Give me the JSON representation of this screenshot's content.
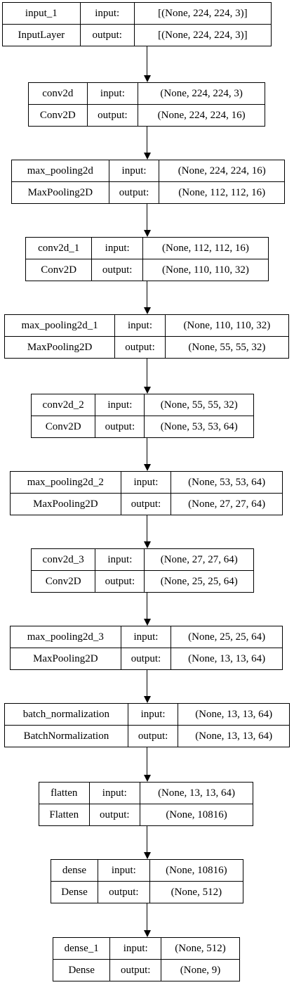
{
  "layers": [
    {
      "name": "input_1",
      "type": "InputLayer",
      "input_label": "input:",
      "output_label": "output:",
      "input_shape": "[(None, 224, 224, 3)]",
      "output_shape": "[(None, 224, 224, 3)]"
    },
    {
      "name": "conv2d",
      "type": "Conv2D",
      "input_label": "input:",
      "output_label": "output:",
      "input_shape": "(None, 224, 224, 3)",
      "output_shape": "(None, 224, 224, 16)"
    },
    {
      "name": "max_pooling2d",
      "type": "MaxPooling2D",
      "input_label": "input:",
      "output_label": "output:",
      "input_shape": "(None, 224, 224, 16)",
      "output_shape": "(None, 112, 112, 16)"
    },
    {
      "name": "conv2d_1",
      "type": "Conv2D",
      "input_label": "input:",
      "output_label": "output:",
      "input_shape": "(None, 112, 112, 16)",
      "output_shape": "(None, 110, 110, 32)"
    },
    {
      "name": "max_pooling2d_1",
      "type": "MaxPooling2D",
      "input_label": "input:",
      "output_label": "output:",
      "input_shape": "(None, 110, 110, 32)",
      "output_shape": "(None, 55, 55, 32)"
    },
    {
      "name": "conv2d_2",
      "type": "Conv2D",
      "input_label": "input:",
      "output_label": "output:",
      "input_shape": "(None, 55, 55, 32)",
      "output_shape": "(None, 53, 53, 64)"
    },
    {
      "name": "max_pooling2d_2",
      "type": "MaxPooling2D",
      "input_label": "input:",
      "output_label": "output:",
      "input_shape": "(None, 53, 53, 64)",
      "output_shape": "(None, 27, 27, 64)"
    },
    {
      "name": "conv2d_3",
      "type": "Conv2D",
      "input_label": "input:",
      "output_label": "output:",
      "input_shape": "(None, 27, 27, 64)",
      "output_shape": "(None, 25, 25, 64)"
    },
    {
      "name": "max_pooling2d_3",
      "type": "MaxPooling2D",
      "input_label": "input:",
      "output_label": "output:",
      "input_shape": "(None, 25, 25, 64)",
      "output_shape": "(None, 13, 13, 64)"
    },
    {
      "name": "batch_normalization",
      "type": "BatchNormalization",
      "input_label": "input:",
      "output_label": "output:",
      "input_shape": "(None, 13, 13, 64)",
      "output_shape": "(None, 13, 13, 64)"
    },
    {
      "name": "flatten",
      "type": "Flatten",
      "input_label": "input:",
      "output_label": "output:",
      "input_shape": "(None, 13, 13, 64)",
      "output_shape": "(None, 10816)"
    },
    {
      "name": "dense",
      "type": "Dense",
      "input_label": "input:",
      "output_label": "output:",
      "input_shape": "(None, 10816)",
      "output_shape": "(None, 512)"
    },
    {
      "name": "dense_1",
      "type": "Dense",
      "input_label": "input:",
      "output_label": "output:",
      "input_shape": "(None, 512)",
      "output_shape": "(None, 9)"
    }
  ]
}
